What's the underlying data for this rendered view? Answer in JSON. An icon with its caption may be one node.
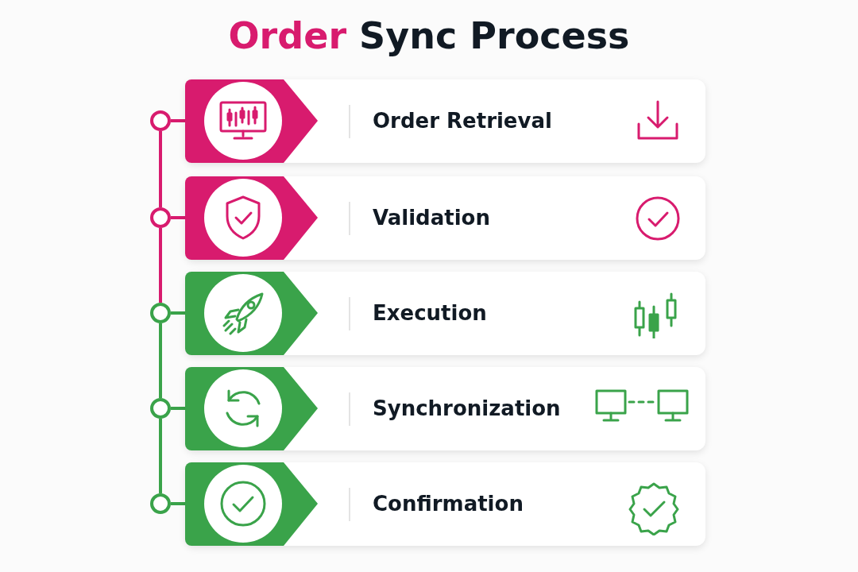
{
  "diagram": {
    "title": "Order Sync Process",
    "nodes": [
      {
        "text": [
          "Order Retrieval"
        ]
      },
      {
        "text": [
          "Validation"
        ]
      },
      {
        "text": [
          "Execution"
        ]
      },
      {
        "text": [
          "Synchronization"
        ]
      },
      {
        "text": [
          "Confirmation"
        ]
      },
      {
        "text": [],
        "shape": "circle"
      },
      {
        "text": [],
        "shape": "circle"
      },
      {
        "text": [],
        "shape": "circle"
      },
      {
        "text": [],
        "shape": "circle"
      },
      {
        "text": [],
        "shape": "circle"
      }
    ],
    "edges": [
      {
        "from": 5,
        "to": 0,
        "arrow": "none",
        "color": "#d81b6e"
      },
      {
        "from": 6,
        "to": 1,
        "arrow": "none",
        "color": "#d81b6e"
      },
      {
        "from": 7,
        "to": 2,
        "arrow": "none"
      },
      {
        "from": 8,
        "to": 3,
        "arrow": "none"
      },
      {
        "from": 9,
        "to": 4,
        "arrow": "none"
      },
      {
        "from": 5,
        "to": 6,
        "arrow": "none",
        "color": "#d81b6e"
      },
      {
        "from": 6,
        "to": 7,
        "arrow": "none",
        "color": "#d81b6e"
      },
      {
        "from": 7,
        "to": 8,
        "arrow": "none"
      },
      {
        "from": 8,
        "to": 9,
        "arrow": "none"
      }
    ]
  }
}
